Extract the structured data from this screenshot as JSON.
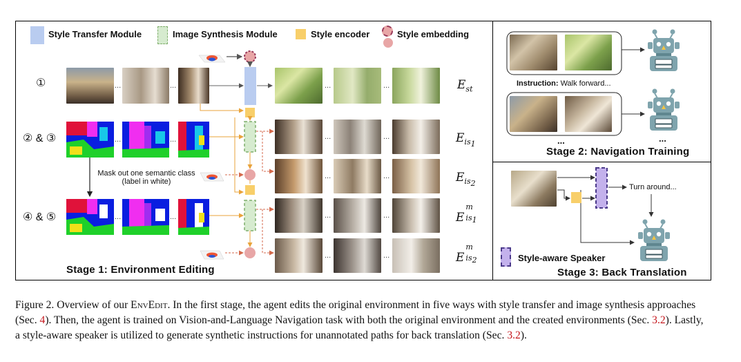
{
  "legend": {
    "style_transfer": "Style Transfer Module",
    "image_synthesis": "Image Synthesis Module",
    "style_encoder": "Style encoder",
    "style_embedding": "Style embedding"
  },
  "rows": {
    "row1": "①",
    "row23": "② & ③",
    "row45": "④ & ⑤"
  },
  "equations": {
    "e_st_main": "E",
    "e_st_sub": "st",
    "e_is1_main": "E",
    "e_is1_sub": "is",
    "e_is1_subsub": "1",
    "e_is2_main": "E",
    "e_is2_sub": "is",
    "e_is2_subsub": "2",
    "e_m1_main": "E",
    "e_m1_sup": "m",
    "e_m1_sub": "is",
    "e_m1_subsub": "1",
    "e_m2_main": "E",
    "e_m2_sup": "m",
    "e_m2_sub": "is",
    "e_m2_subsub": "2"
  },
  "mask_note": {
    "line1": "Mask out one semantic class",
    "line2": "(label in white)"
  },
  "stage1": "Stage 1: Environment Editing",
  "stage2": {
    "instruction_label": "Instruction:",
    "instruction_text": "Walk forward...",
    "dots": "...",
    "title": "Stage 2: Navigation Training"
  },
  "stage3": {
    "output_text": "Turn around...",
    "speaker_legend": "Style-aware Speaker",
    "title": "Stage 3: Back Translation"
  },
  "ellipsis": "...",
  "caption": {
    "p1": "Figure 2. Overview of our ",
    "envedit": "EnvEdit",
    "p2": ". In the first stage, the agent edits the original environment in five ways with style transfer and image synthesis approaches (Sec. ",
    "ref1": "4",
    "p3": "). Then, the agent is trained on Vision-and-Language Navigation task with both the original environment and the created environments (Sec. ",
    "ref2": "3.2",
    "p4": "). Lastly, a style-aware speaker is utilized to generate synthetic instructions for unannotated paths for back translation (Sec. ",
    "ref3": "3.2",
    "p5": ")."
  },
  "colors": {
    "style_transfer": "#b9ccf0",
    "image_synthesis_fill": "#d6ebcf",
    "image_synthesis_border": "#7fae6c",
    "style_encoder": "#f8cf6a",
    "style_embedding": "#e8a6a6",
    "embedding_dash": "#9a3a5a",
    "speaker_fill": "#c3b1ec",
    "speaker_border": "#4b3a8a",
    "arrow_orange": "#e9a33b",
    "arrow_red": "#d46a4c",
    "ref_red": "#c4161c"
  }
}
